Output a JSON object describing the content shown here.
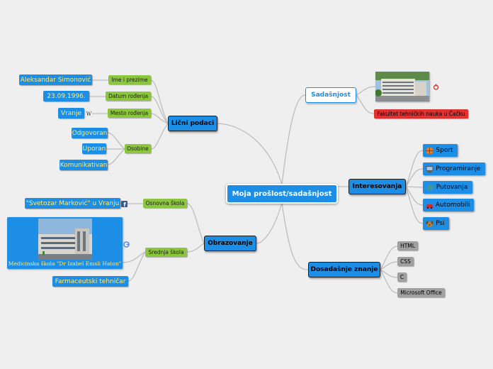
{
  "central": "Moja prošlost/sadašnjost",
  "licni": {
    "title": "Lični podaci",
    "ime_label": "Ime i prezime",
    "ime_value": "Aleksandar Simonović",
    "datum_label": "Datum rođenja",
    "datum_value": "23.09.1996.",
    "mesto_label": "Mesto rođenja",
    "mesto_value": "Vranje",
    "osobine_label": "Osobine",
    "osobine": [
      "Odgovoran",
      "Uporan",
      "Komunikativan"
    ]
  },
  "obrazovanje": {
    "title": "Obrazovanje",
    "osnovna_label": "Osnovna škola",
    "osnovna_value": "\"Svetozar Marković\" u Vranju",
    "srednja_label": "Srednja škola",
    "srednja_caption": "Medicinska škola \"Dr Izabel Emsli Haton\"",
    "srednja_smer": "Farmaceutski tehničar"
  },
  "sadasnjost": {
    "title": "Sadašnjost",
    "fakultet": "Fakultet tehničkih nauka u Čačku"
  },
  "interesovanja": {
    "title": "Interesovanja",
    "items": [
      {
        "label": "Sport",
        "icon": "basketball-icon",
        "color": "#f07b1f"
      },
      {
        "label": "Programiranje",
        "icon": "computer-icon",
        "color": "#555555"
      },
      {
        "label": "Putovanja",
        "icon": "globe-icon",
        "color": "#3ea33a"
      },
      {
        "label": "Automobili",
        "icon": "car-icon",
        "color": "#d9262b"
      },
      {
        "label": "Psi",
        "icon": "dog-icon",
        "color": "#c7802b"
      }
    ]
  },
  "znanje": {
    "title": "Dosadašnje znanje",
    "items": [
      "HTML",
      "CSS",
      "C",
      "Microsoft Office"
    ]
  },
  "colors": {
    "background": "#efefef",
    "node_blue": "#1c8ee6",
    "node_green": "#8cc63f",
    "node_gray": "#a0a0a0",
    "node_red": "#e03131",
    "text_yellow": "#ffec7a",
    "link": "#bdbdbd"
  }
}
